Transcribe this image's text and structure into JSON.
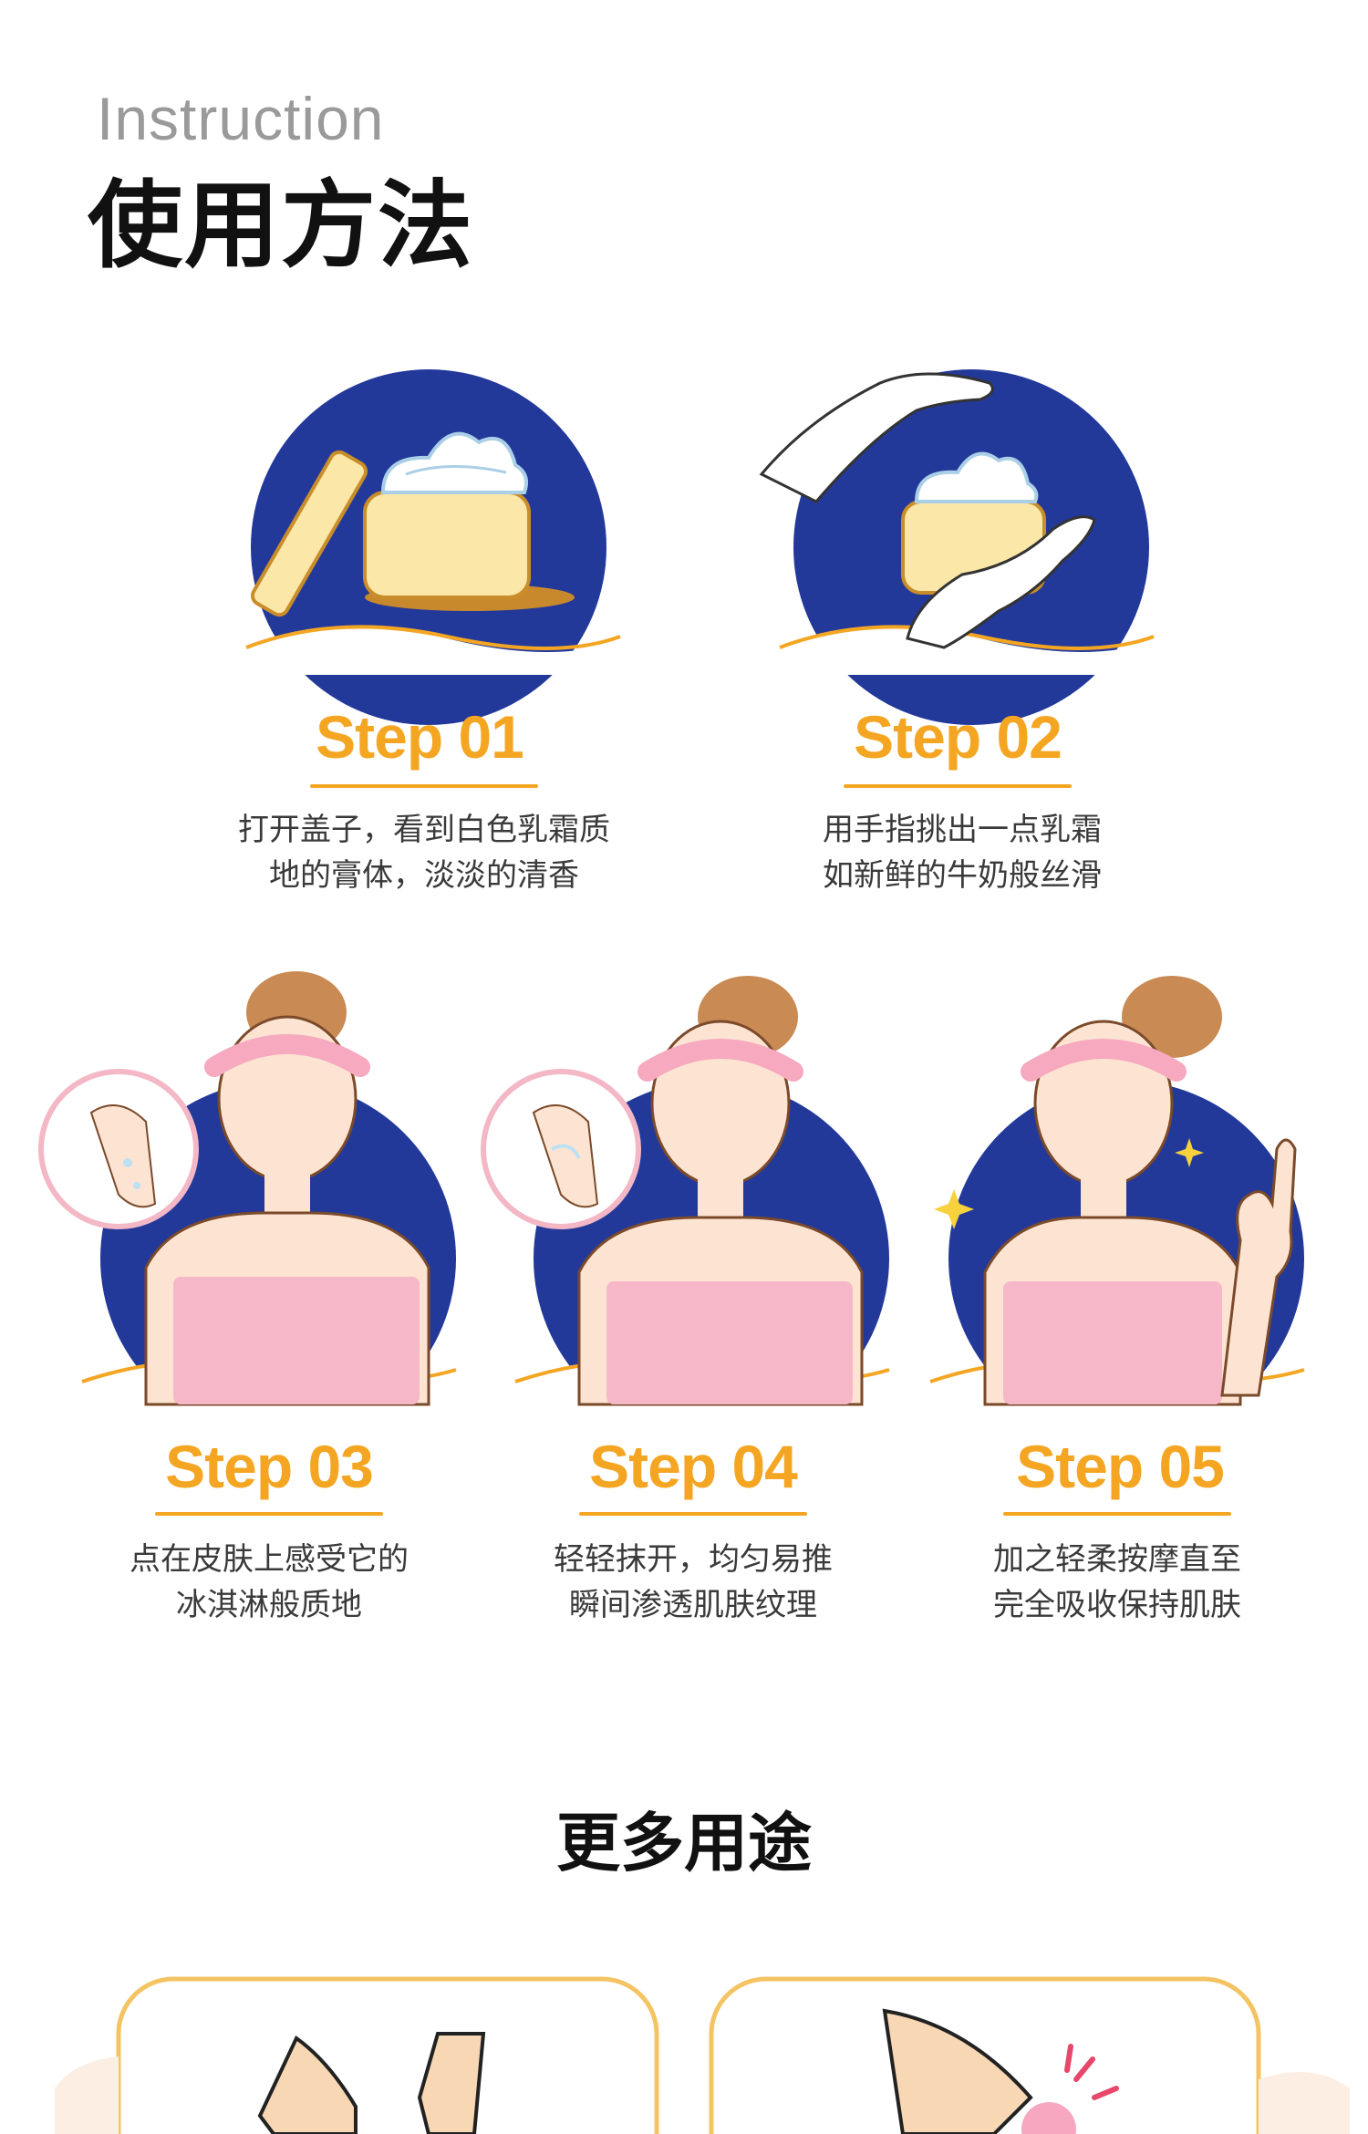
{
  "header": {
    "subtitle_en": "Instruction",
    "title_zh": "使用方法"
  },
  "steps": [
    {
      "label": "Step 01",
      "desc": "打开盖子，看到白色乳霜质\n地的膏体，淡淡的清香"
    },
    {
      "label": "Step 02",
      "desc": "用手指挑出一点乳霜\n如新鲜的牛奶般丝滑"
    },
    {
      "label": "Step 03",
      "desc": "点在皮肤上感受它的\n冰淇淋般质地"
    },
    {
      "label": "Step 04",
      "desc": "轻轻抹开，均匀易推\n瞬间渗透肌肤纹理"
    },
    {
      "label": "Step 05",
      "desc": "加之轻柔按摩直至\n完全吸收保持肌肤"
    }
  ],
  "more": {
    "title": "更多用途"
  },
  "colors": {
    "accent": "#f4a623",
    "navy": "#23399a",
    "pink": "#f6b8c8",
    "cream": "#fbe7a8",
    "skin": "#f8d7b4"
  }
}
